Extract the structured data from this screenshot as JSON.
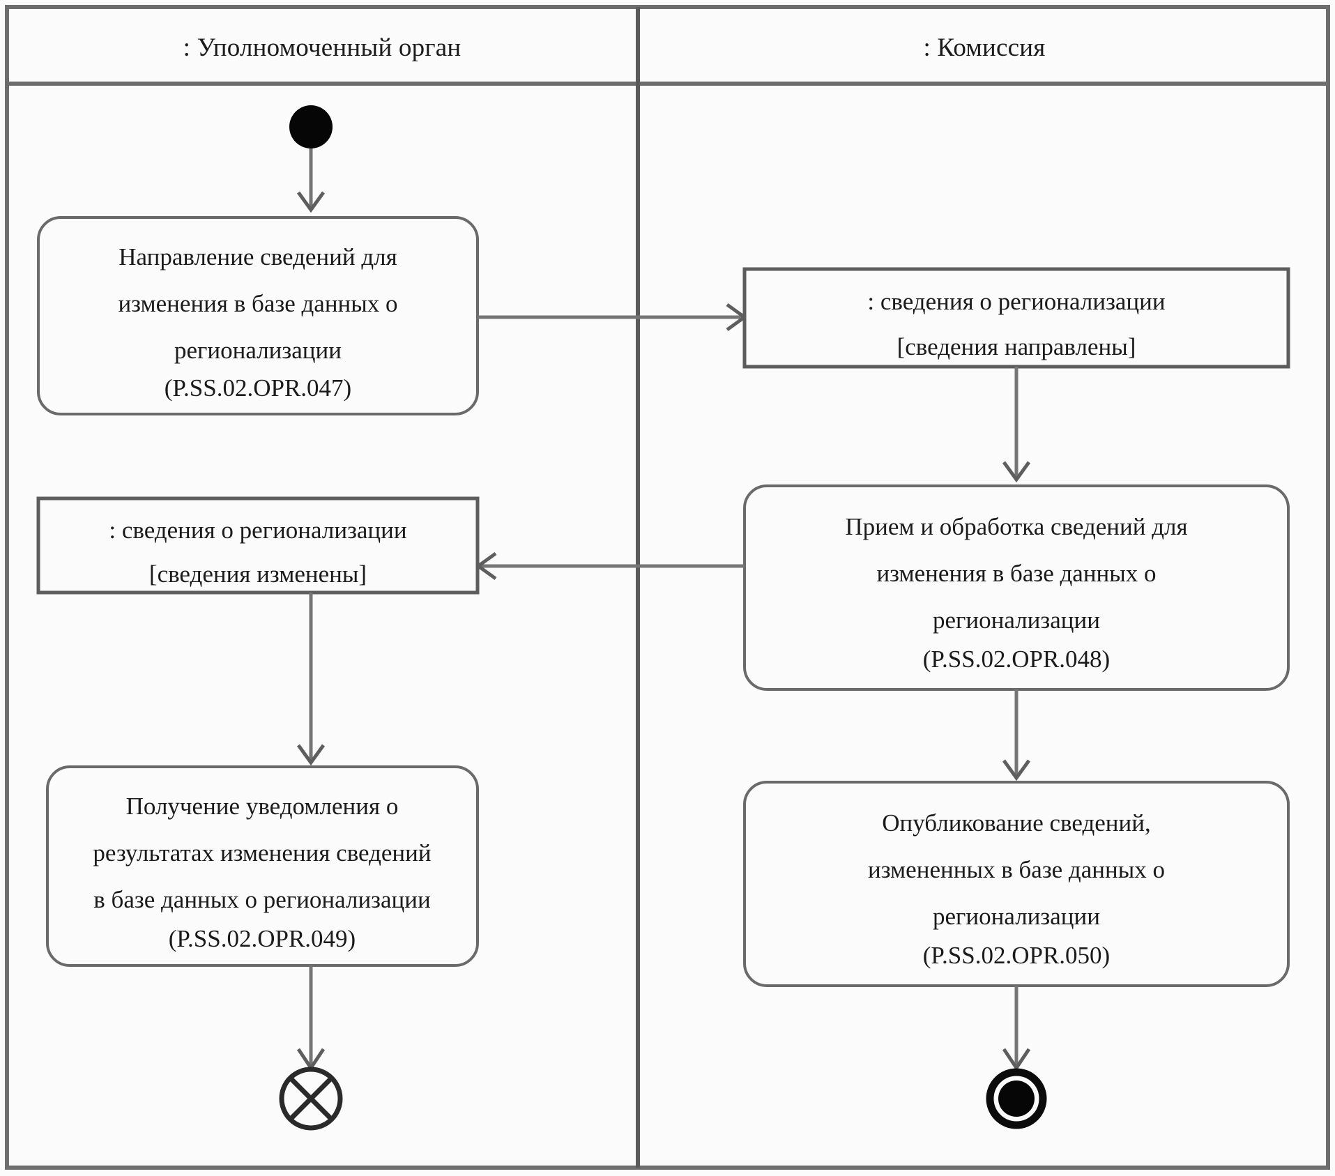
{
  "diagram": {
    "kind": "uml-activity-diagram",
    "title_present": false,
    "lanes": [
      {
        "id": "left",
        "label": ": Уполномоченный орган"
      },
      {
        "id": "right",
        "label": ": Комиссия"
      }
    ],
    "nodes": {
      "initial": {
        "type": "initial-node",
        "lane": "left"
      },
      "action_047": {
        "type": "action",
        "lane": "left",
        "lines": [
          "Направление сведений для",
          "изменения в базе данных о",
          "регионализации",
          "(P.SS.02.OPR.047)"
        ]
      },
      "object_sent": {
        "type": "object-node",
        "lane": "right",
        "lines": [
          ": сведения о регионализации",
          "[сведения направлены]"
        ]
      },
      "action_048": {
        "type": "action",
        "lane": "right",
        "lines": [
          "Прием и обработка сведений для",
          "изменения в базе данных о",
          "регионализации",
          "(P.SS.02.OPR.048)"
        ]
      },
      "object_changed": {
        "type": "object-node",
        "lane": "left",
        "lines": [
          ": сведения о регионализации",
          "[сведения изменены]"
        ]
      },
      "action_049": {
        "type": "action",
        "lane": "left",
        "lines": [
          "Получение уведомления о",
          "результатах изменения сведений",
          "в базе данных о регионализации",
          "(P.SS.02.OPR.049)"
        ]
      },
      "action_050": {
        "type": "action",
        "lane": "right",
        "lines": [
          "Опубликование сведений,",
          "измененных в базе данных о",
          "регионализации",
          "(P.SS.02.OPR.050)"
        ]
      },
      "flow_final": {
        "type": "flow-final-node",
        "lane": "left"
      },
      "activity_final": {
        "type": "activity-final-node",
        "lane": "right"
      }
    },
    "edges": [
      {
        "from": "initial",
        "to": "action_047",
        "direction": "down"
      },
      {
        "from": "action_047",
        "to": "object_sent",
        "direction": "right"
      },
      {
        "from": "object_sent",
        "to": "action_048",
        "direction": "down"
      },
      {
        "from": "action_048",
        "to": "object_changed",
        "direction": "left"
      },
      {
        "from": "object_changed",
        "to": "action_049",
        "direction": "down"
      },
      {
        "from": "action_049",
        "to": "flow_final",
        "direction": "down"
      },
      {
        "from": "action_048",
        "to": "action_050",
        "direction": "down"
      },
      {
        "from": "action_050",
        "to": "activity_final",
        "direction": "down"
      }
    ],
    "colors": {
      "background": "#fbfbfb",
      "frame_stroke": "#6d6d6d",
      "node_stroke": "#6a6a6a",
      "flow_stroke": "#757575",
      "text": "#1b1b1b",
      "node_fill": "#fbfbfb",
      "final_node_fill": "#060606"
    }
  }
}
